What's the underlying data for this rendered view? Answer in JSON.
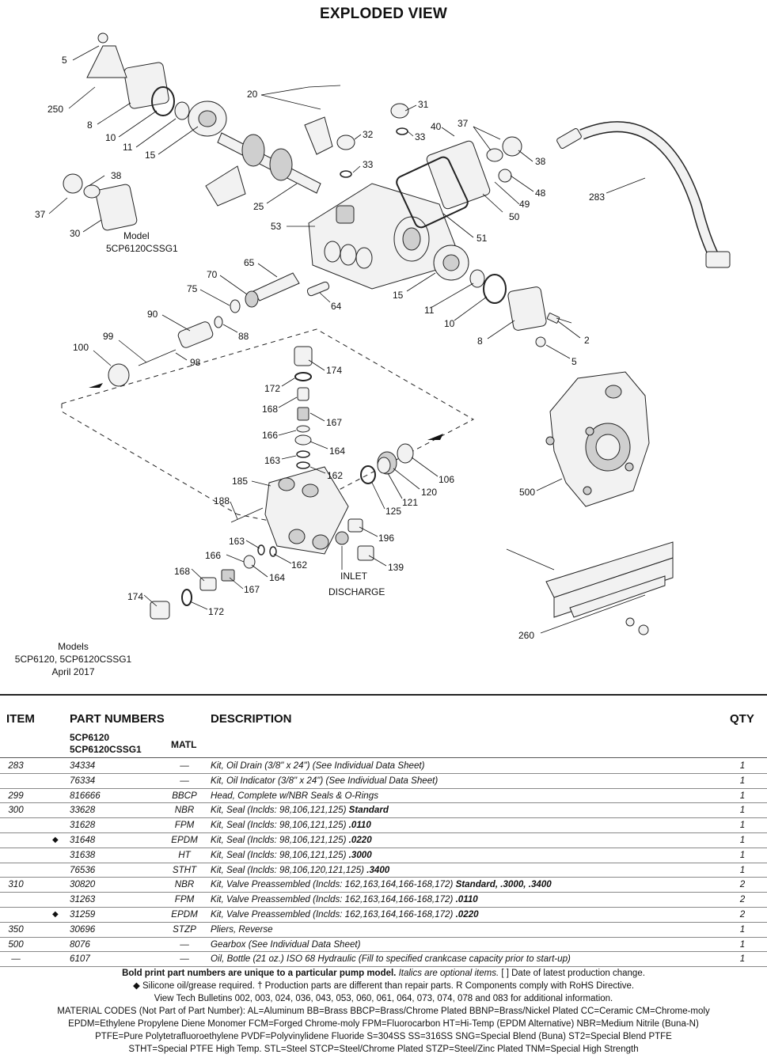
{
  "title": "EXPLODED VIEW",
  "callouts": [
    {
      "id": "5a",
      "text": "5"
    },
    {
      "id": "250",
      "text": "250"
    },
    {
      "id": "8a",
      "text": "8"
    },
    {
      "id": "10a",
      "text": "10"
    },
    {
      "id": "11a",
      "text": "11"
    },
    {
      "id": "15a",
      "text": "15"
    },
    {
      "id": "20",
      "text": "20"
    },
    {
      "id": "25",
      "text": "25"
    },
    {
      "id": "38a",
      "text": "38"
    },
    {
      "id": "37a",
      "text": "37"
    },
    {
      "id": "30",
      "text": "30"
    },
    {
      "id": "31",
      "text": "31"
    },
    {
      "id": "32",
      "text": "32"
    },
    {
      "id": "33a",
      "text": "33"
    },
    {
      "id": "33b",
      "text": "33"
    },
    {
      "id": "40",
      "text": "40"
    },
    {
      "id": "37b",
      "text": "37"
    },
    {
      "id": "38b",
      "text": "38"
    },
    {
      "id": "48",
      "text": "48"
    },
    {
      "id": "49",
      "text": "49"
    },
    {
      "id": "50",
      "text": "50"
    },
    {
      "id": "283",
      "text": "283"
    },
    {
      "id": "53",
      "text": "53"
    },
    {
      "id": "51",
      "text": "51"
    },
    {
      "id": "65",
      "text": "65"
    },
    {
      "id": "70",
      "text": "70"
    },
    {
      "id": "75",
      "text": "75"
    },
    {
      "id": "64",
      "text": "64"
    },
    {
      "id": "15b",
      "text": "15"
    },
    {
      "id": "11b",
      "text": "11"
    },
    {
      "id": "10b",
      "text": "10"
    },
    {
      "id": "8b",
      "text": "8"
    },
    {
      "id": "2",
      "text": "2"
    },
    {
      "id": "5b",
      "text": "5"
    },
    {
      "id": "90",
      "text": "90"
    },
    {
      "id": "88",
      "text": "88"
    },
    {
      "id": "99",
      "text": "99"
    },
    {
      "id": "100",
      "text": "100"
    },
    {
      "id": "98",
      "text": "98"
    },
    {
      "id": "174a",
      "text": "174"
    },
    {
      "id": "172a",
      "text": "172"
    },
    {
      "id": "168a",
      "text": "168"
    },
    {
      "id": "167a",
      "text": "167"
    },
    {
      "id": "166a",
      "text": "166"
    },
    {
      "id": "164a",
      "text": "164"
    },
    {
      "id": "163a",
      "text": "163"
    },
    {
      "id": "162a",
      "text": "162"
    },
    {
      "id": "185",
      "text": "185"
    },
    {
      "id": "106",
      "text": "106"
    },
    {
      "id": "120",
      "text": "120"
    },
    {
      "id": "121",
      "text": "121"
    },
    {
      "id": "125",
      "text": "125"
    },
    {
      "id": "188",
      "text": "188"
    },
    {
      "id": "196",
      "text": "196"
    },
    {
      "id": "163b",
      "text": "163"
    },
    {
      "id": "162b",
      "text": "162"
    },
    {
      "id": "166b",
      "text": "166"
    },
    {
      "id": "168b",
      "text": "168"
    },
    {
      "id": "164b",
      "text": "164"
    },
    {
      "id": "167b",
      "text": "167"
    },
    {
      "id": "174b",
      "text": "174"
    },
    {
      "id": "172b",
      "text": "172"
    },
    {
      "id": "139",
      "text": "139"
    },
    {
      "id": "500",
      "text": "500"
    },
    {
      "id": "260",
      "text": "260"
    }
  ],
  "diagram_labels": {
    "model_line1": "Model",
    "model_line2": "5CP6120CSSG1",
    "inlet": "INLET",
    "discharge": "DISCHARGE"
  },
  "models_note": [
    "Models",
    "5CP6120, 5CP6120CSSG1",
    "April 2017"
  ],
  "table": {
    "headers": {
      "item": "ITEM",
      "part_numbers": "PART NUMBERS",
      "description": "DESCRIPTION",
      "qty": "QTY"
    },
    "sub_headers": {
      "model1": "5CP6120",
      "model2": "5CP6120CSSG1",
      "matl": "MATL"
    },
    "rows": [
      {
        "item": "283",
        "mark": "",
        "part": "34334",
        "matl": "—",
        "desc": "Kit, Oil Drain (3/8\" x 24\") (See Individual Data Sheet)",
        "desc_bold": "",
        "qty": "1"
      },
      {
        "item": "",
        "mark": "",
        "part": "76334",
        "matl": "—",
        "desc": "Kit, Oil Indicator (3/8\" x 24\") (See Individual Data Sheet)",
        "desc_bold": "",
        "qty": "1"
      },
      {
        "item": "299",
        "mark": "",
        "part": "816666",
        "matl": "BBCP",
        "desc": "Head, Complete w/NBR Seals & O-Rings",
        "desc_bold": "",
        "qty": "1"
      },
      {
        "item": "300",
        "mark": "",
        "part": "33628",
        "matl": "NBR",
        "desc": "Kit, Seal (Inclds: 98,106,121,125) ",
        "desc_bold": "Standard",
        "qty": "1"
      },
      {
        "item": "",
        "mark": "",
        "part": "31628",
        "matl": "FPM",
        "desc": "Kit, Seal (Inclds: 98,106,121,125) ",
        "desc_bold": ".0110",
        "qty": "1"
      },
      {
        "item": "",
        "mark": "◆",
        "part": "31648",
        "matl": "EPDM",
        "desc": "Kit, Seal (Inclds: 98,106,121,125) ",
        "desc_bold": ".0220",
        "qty": "1"
      },
      {
        "item": "",
        "mark": "",
        "part": "31638",
        "matl": "HT",
        "desc": "Kit, Seal (Inclds: 98,106,121,125) ",
        "desc_bold": ".3000",
        "qty": "1"
      },
      {
        "item": "",
        "mark": "",
        "part": "76536",
        "matl": "STHT",
        "desc": "Kit, Seal (Inclds: 98,106,120,121,125) ",
        "desc_bold": ".3400",
        "qty": "1"
      },
      {
        "item": "310",
        "mark": "",
        "part": "30820",
        "matl": "NBR",
        "desc": "Kit, Valve Preassembled (Inclds: 162,163,164,166-168,172) ",
        "desc_bold": "Standard, .3000, .3400",
        "qty": "2"
      },
      {
        "item": "",
        "mark": "",
        "part": "31263",
        "matl": "FPM",
        "desc": "Kit, Valve Preassembled (Inclds: 162,163,164,166-168,172) ",
        "desc_bold": ".0110",
        "qty": "2"
      },
      {
        "item": "",
        "mark": "◆",
        "part": "31259",
        "matl": "EPDM",
        "desc": "Kit, Valve Preassembled (Inclds: 162,163,164,166-168,172) ",
        "desc_bold": ".0220",
        "qty": "2"
      },
      {
        "item": "350",
        "mark": "",
        "part": "30696",
        "matl": "STZP",
        "desc": "Pliers, Reverse",
        "desc_bold": "",
        "qty": "1"
      },
      {
        "item": "500",
        "mark": "",
        "part": "8076",
        "matl": "—",
        "desc": "Gearbox (See Individual Data Sheet)",
        "desc_bold": "",
        "qty": "1"
      },
      {
        "item": "—",
        "mark": "",
        "part": "6107",
        "matl": "—",
        "desc": "Oil, Bottle (21 oz.) ISO 68 Hydraulic  (Fill to specified crankcase capacity prior to start-up)",
        "desc_bold": "",
        "qty": "1"
      }
    ]
  },
  "footer": {
    "line1_bold": "Bold print part numbers are unique to a particular pump model.",
    "line1_italic": " Italics are optional items.",
    "line1_rest": "  [ ] Date of latest production change.",
    "line2": "◆ Silicone oil/grease required.  † Production parts are different than repair parts. R Components comply with RoHS Directive.",
    "line3": "View Tech Bulletins 002, 003, 024, 036, 043, 053, 060, 061, 064, 073, 074, 078 and 083 for additional information.",
    "line4": "MATERIAL CODES (Not Part of Part Number):  AL=Aluminum  BB=Brass  BBCP=Brass/Chrome Plated  BBNP=Brass/Nickel Plated  CC=Ceramic  CM=Chrome-moly",
    "line5": "EPDM=Ethylene Propylene Diene Monomer  FCM=Forged Chrome-moly  FPM=Fluorocarbon  HT=Hi-Temp (EPDM Alternative)  NBR=Medium Nitrile (Buna-N)",
    "line6": "PTFE=Pure Polytetrafluoroethylene  PVDF=Polyvinylidene Fluoride  S=304SS SS=316SS SNG=Special Blend (Buna)  ST2=Special Blend PTFE",
    "line7": "STHT=Special PTFE High Temp.  STL=Steel  STCP=Steel/Chrome Plated  STZP=Steel/Zinc Plated  TNM=Special High Strength"
  }
}
